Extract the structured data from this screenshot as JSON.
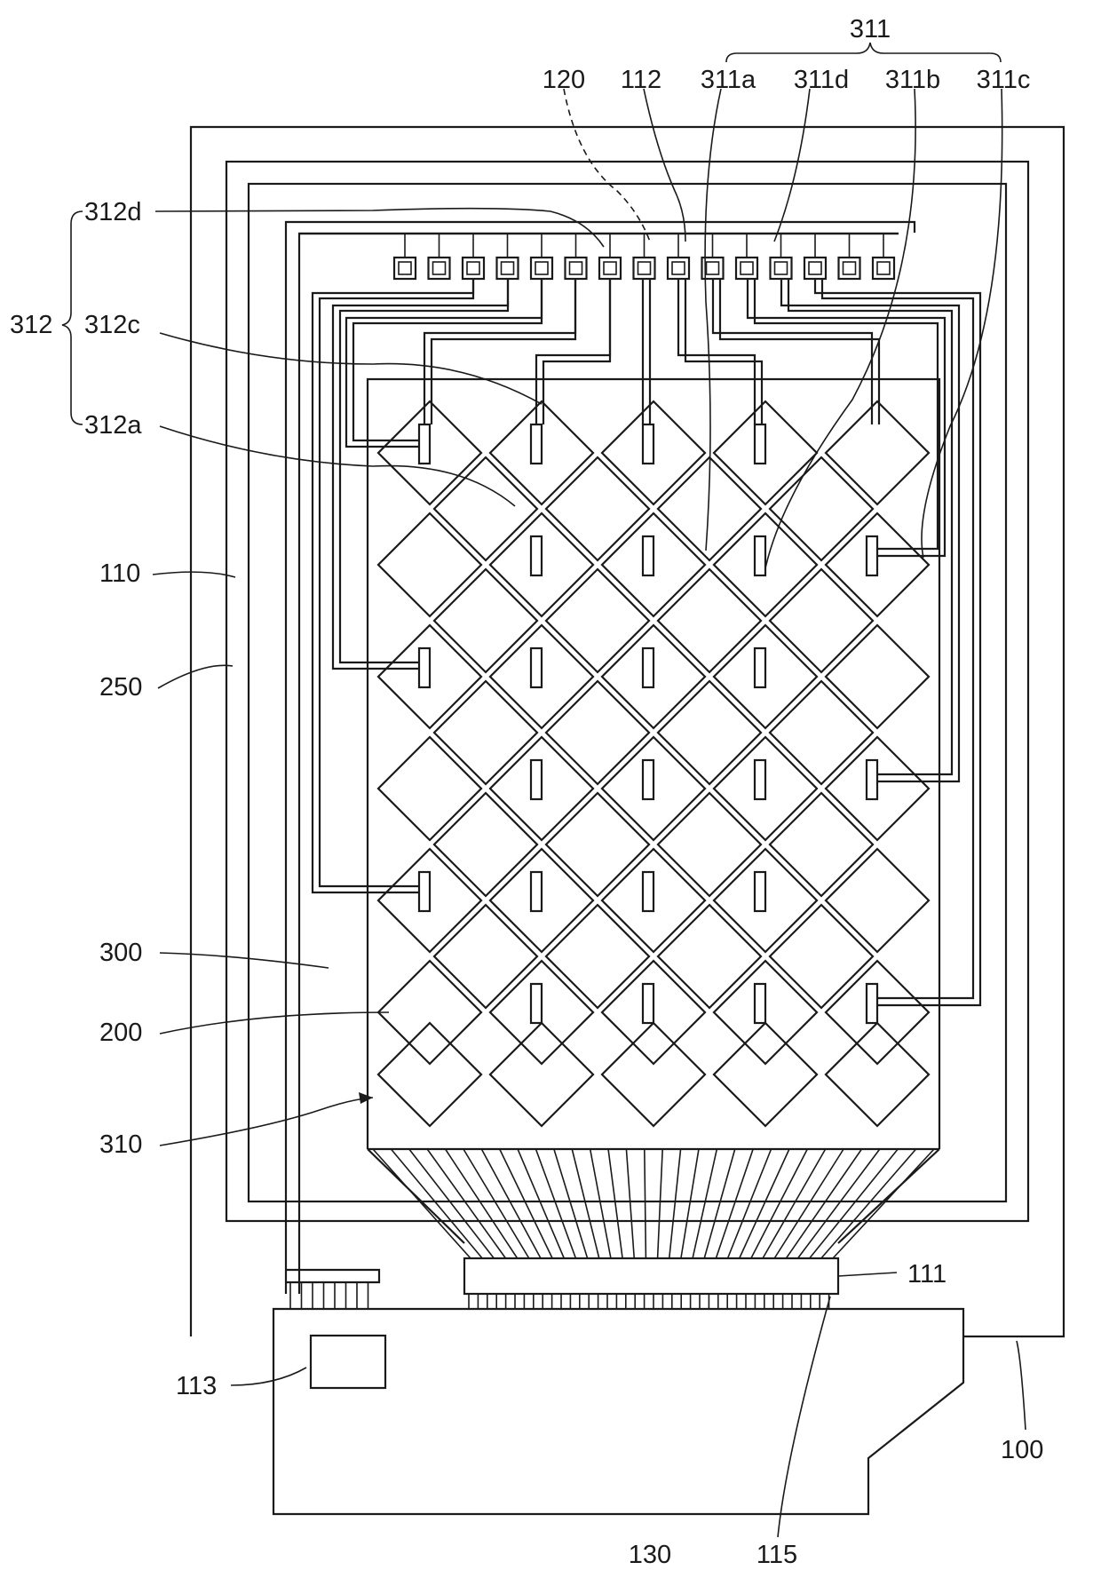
{
  "labels": {
    "l311": "311",
    "l120": "120",
    "l112": "112",
    "l311a": "311a",
    "l311d": "311d",
    "l311b": "311b",
    "l311c": "311c",
    "l312d": "312d",
    "l312": "312",
    "l312c": "312c",
    "l312a": "312a",
    "l110": "110",
    "l250": "250",
    "l300": "300",
    "l200": "200",
    "l310": "310",
    "l111": "111",
    "l113": "113",
    "l100": "100",
    "l130": "130",
    "l115": "115"
  },
  "colors": {
    "stroke": "#1a1a1a",
    "background": "#ffffff"
  }
}
